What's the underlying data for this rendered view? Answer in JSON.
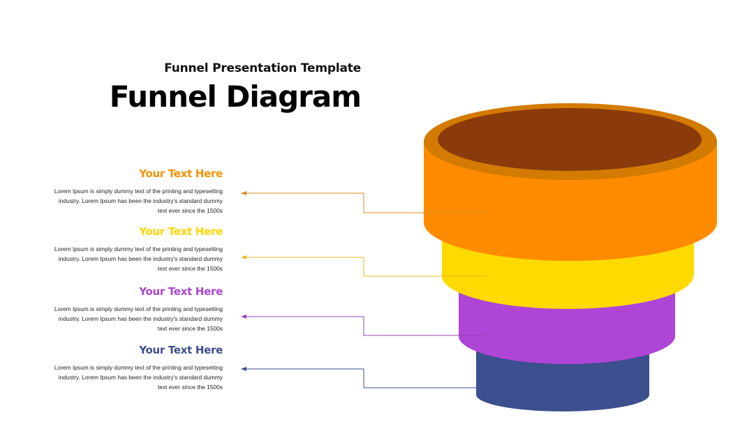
{
  "header": {
    "subtitle": "Funnel Presentation Template",
    "title": "Funnel Diagram"
  },
  "items": [
    {
      "heading": "Your Text Here",
      "color": "#F39200",
      "line_color": "#D98A1F",
      "body_lines": [
        "Lorem Ipsum is simply dummy text of the printing and typesetting",
        "industry. Lorem Ipsum has been the industry's standard dummy",
        "text ever since the 1500s"
      ]
    },
    {
      "heading": "Your Text Here",
      "color": "#FFD500",
      "line_color": "#E0B820",
      "body_lines": [
        "Lorem Ipsum is simply dummy text of the printing and typesetting",
        "industry. Lorem Ipsum has been the industry's standard dummy",
        "text ever since the 1500s"
      ]
    },
    {
      "heading": "Your Text Here",
      "color": "#AE45D0",
      "line_color": "#9A3FBF",
      "body_lines": [
        "Lorem Ipsum is simply dummy text of the printing and typesetting",
        "industry. Lorem Ipsum has been the industry's standard dummy",
        "text ever since the 1500s"
      ]
    },
    {
      "heading": "Your Text Here",
      "color": "#3D4F8E",
      "line_color": "#3D4F8E",
      "body_lines": [
        "Lorem Ipsum is simply dummy text of the printing and typesetting",
        "industry. Lorem Ipsum has been the industry's standard dummy",
        "text ever since the 1500s"
      ]
    }
  ],
  "funnel": {
    "layers": [
      {
        "name": "orange",
        "fill": "#FF8C00",
        "rim": "#D27B00",
        "inner": "#8B3A0B"
      },
      {
        "name": "yellow",
        "fill": "#FFDA00"
      },
      {
        "name": "purple",
        "fill": "#AE45D6"
      },
      {
        "name": "navy",
        "fill": "#3C4F8E"
      }
    ]
  }
}
